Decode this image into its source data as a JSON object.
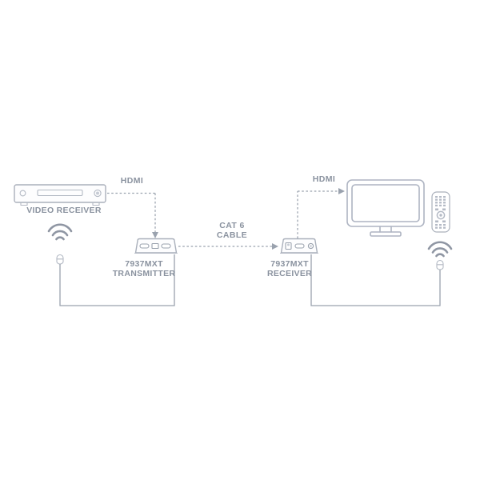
{
  "diagram": {
    "title": "7937MXT HDMI Extender Connection Diagram",
    "background_color": "#ffffff",
    "line_color": "#9aa2ae",
    "text_color": "#8a929f",
    "device_outline_color": "#aab0bb"
  },
  "labels": {
    "video_receiver": "VIDEO RECEIVER",
    "transmitter_model": "7937MXT",
    "transmitter_role": "TRANSMITTER",
    "receiver_model": "7937MXT",
    "receiver_role": "RECEIVER",
    "hdmi_left": "HDMI",
    "hdmi_right": "HDMI",
    "cat6_line1": "CAT 6",
    "cat6_line2": "CABLE"
  },
  "nodes": [
    {
      "id": "video-receiver",
      "name": "video-receiver-device",
      "label": "VIDEO RECEIVER",
      "type": "source-device"
    },
    {
      "id": "transmitter",
      "name": "transmitter-device",
      "label": "7937MXT TRANSMITTER",
      "type": "extender-transmitter",
      "ports": [
        "hdmi-in",
        "rj45",
        "hdmi-out"
      ]
    },
    {
      "id": "receiver",
      "name": "receiver-device",
      "label": "7937MXT RECEIVER",
      "type": "extender-receiver",
      "ports": [
        "rj45",
        "hdmi-out",
        "ir-jack"
      ]
    },
    {
      "id": "television",
      "name": "television-display",
      "label": "",
      "type": "display"
    },
    {
      "id": "remote",
      "name": "remote-control",
      "label": "",
      "type": "ir-remote"
    },
    {
      "id": "ir-emitter",
      "name": "ir-emitter",
      "label": "",
      "type": "ir-emitter"
    },
    {
      "id": "ir-receiver",
      "name": "ir-receiver",
      "label": "",
      "type": "ir-receiver"
    }
  ],
  "connections": [
    {
      "id": "hdmi-left",
      "from": "video-receiver",
      "to": "transmitter",
      "label": "HDMI",
      "style": "dashed",
      "arrow": true
    },
    {
      "id": "cat6",
      "from": "transmitter",
      "to": "receiver",
      "label": "CAT 6 CABLE",
      "style": "dashed",
      "arrow": true
    },
    {
      "id": "hdmi-right",
      "from": "receiver",
      "to": "television",
      "label": "HDMI",
      "style": "dashed",
      "arrow": true
    },
    {
      "id": "ir-emitter-wire",
      "from": "ir-emitter",
      "to": "transmitter",
      "label": "",
      "style": "solid",
      "arrow": false
    },
    {
      "id": "ir-receiver-wire",
      "from": "ir-receiver",
      "to": "receiver",
      "label": "",
      "style": "solid",
      "arrow": false
    }
  ]
}
